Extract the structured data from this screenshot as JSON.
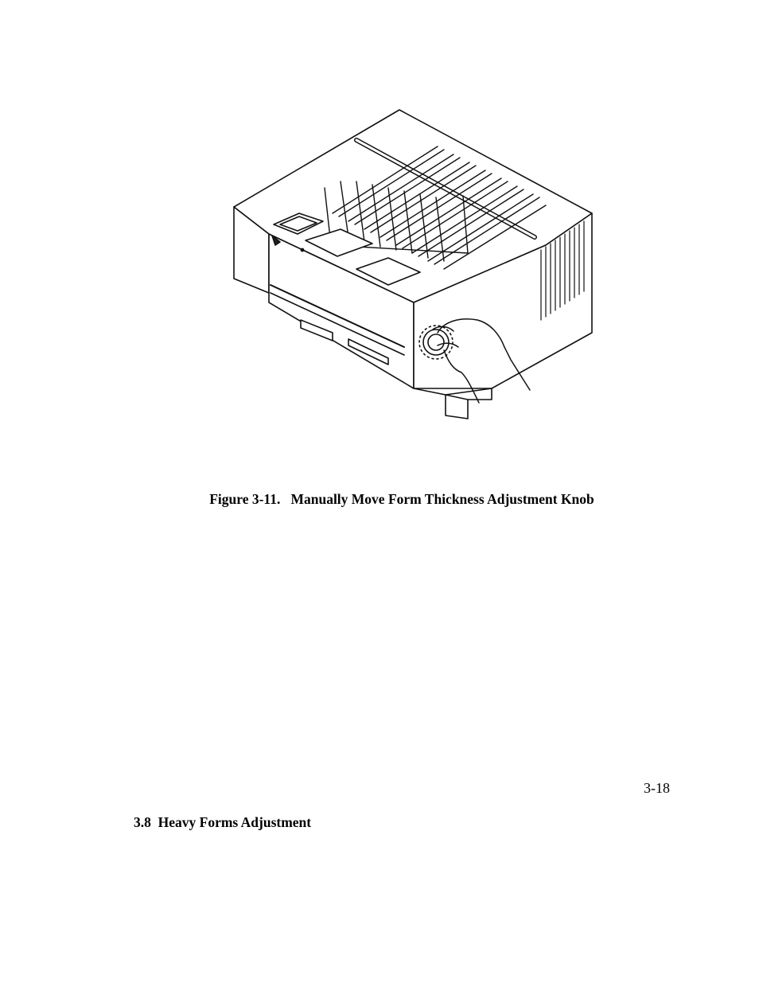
{
  "figure": {
    "caption": "Figure 3-11.   Manually Move Form Thickness Adjustment Knob"
  },
  "page": {
    "number": "3-18"
  },
  "section": {
    "heading": "3.8  Heavy Forms Adjustment"
  }
}
